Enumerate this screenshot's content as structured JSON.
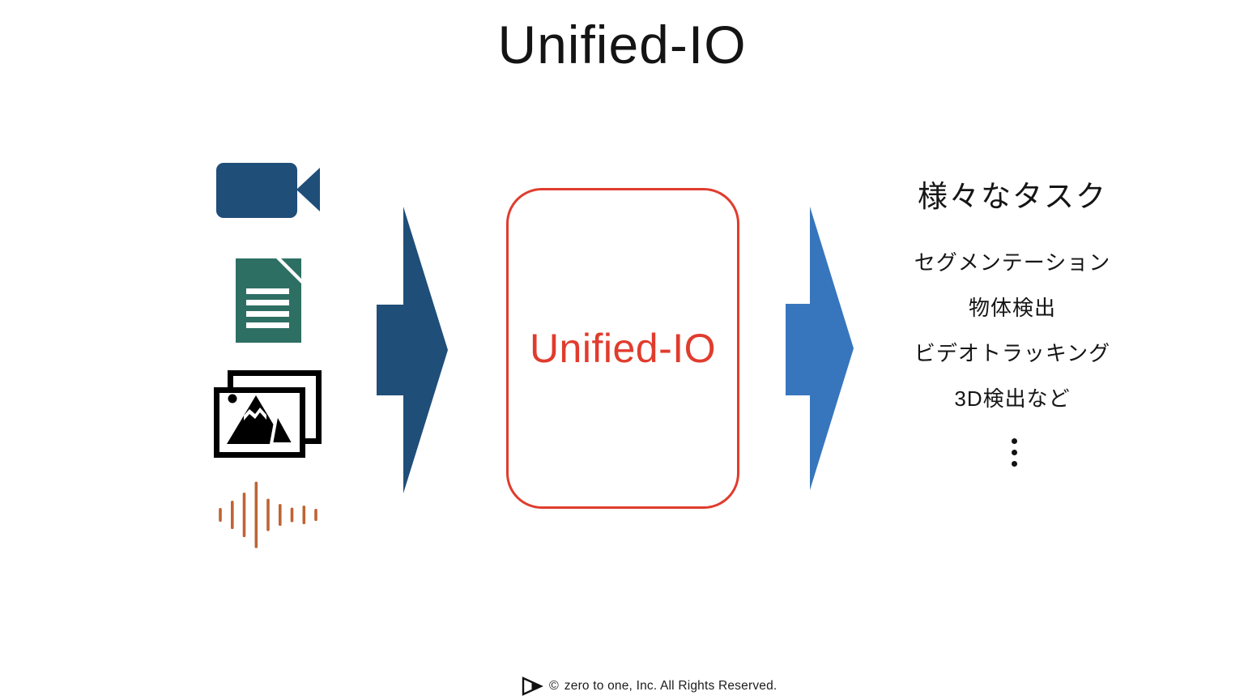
{
  "title": "Unified-IO",
  "model_box": {
    "label": "Unified-IO",
    "border_color": "#E03C2D",
    "text_color": "#E03C2D"
  },
  "inputs": {
    "icons": [
      {
        "name": "video-camera-icon",
        "color": "#1F4E79"
      },
      {
        "name": "document-icon",
        "color": "#2E6F64"
      },
      {
        "name": "images-icon",
        "color": "#000000"
      },
      {
        "name": "audio-waveform-icon",
        "color": "#BE6435"
      }
    ]
  },
  "arrows": {
    "left_color": "#1F4E79",
    "right_color": "#3776BD"
  },
  "outputs": {
    "heading": "様々なタスク",
    "tasks": [
      "セグメンテーション",
      "物体検出",
      "ビデオトラッキング",
      "3D検出など"
    ],
    "more_symbol": "⋮"
  },
  "footer": {
    "copyright_symbol": "©",
    "text": "zero to one, Inc. All Rights Reserved."
  },
  "colors": {
    "title_text": "#141414",
    "accent_red": "#E03C2D",
    "dark_blue": "#1F4E79",
    "medium_blue": "#3776BD",
    "teal": "#2E6F64",
    "rust_orange": "#BE6435",
    "black": "#000000",
    "white": "#FFFFFF"
  }
}
